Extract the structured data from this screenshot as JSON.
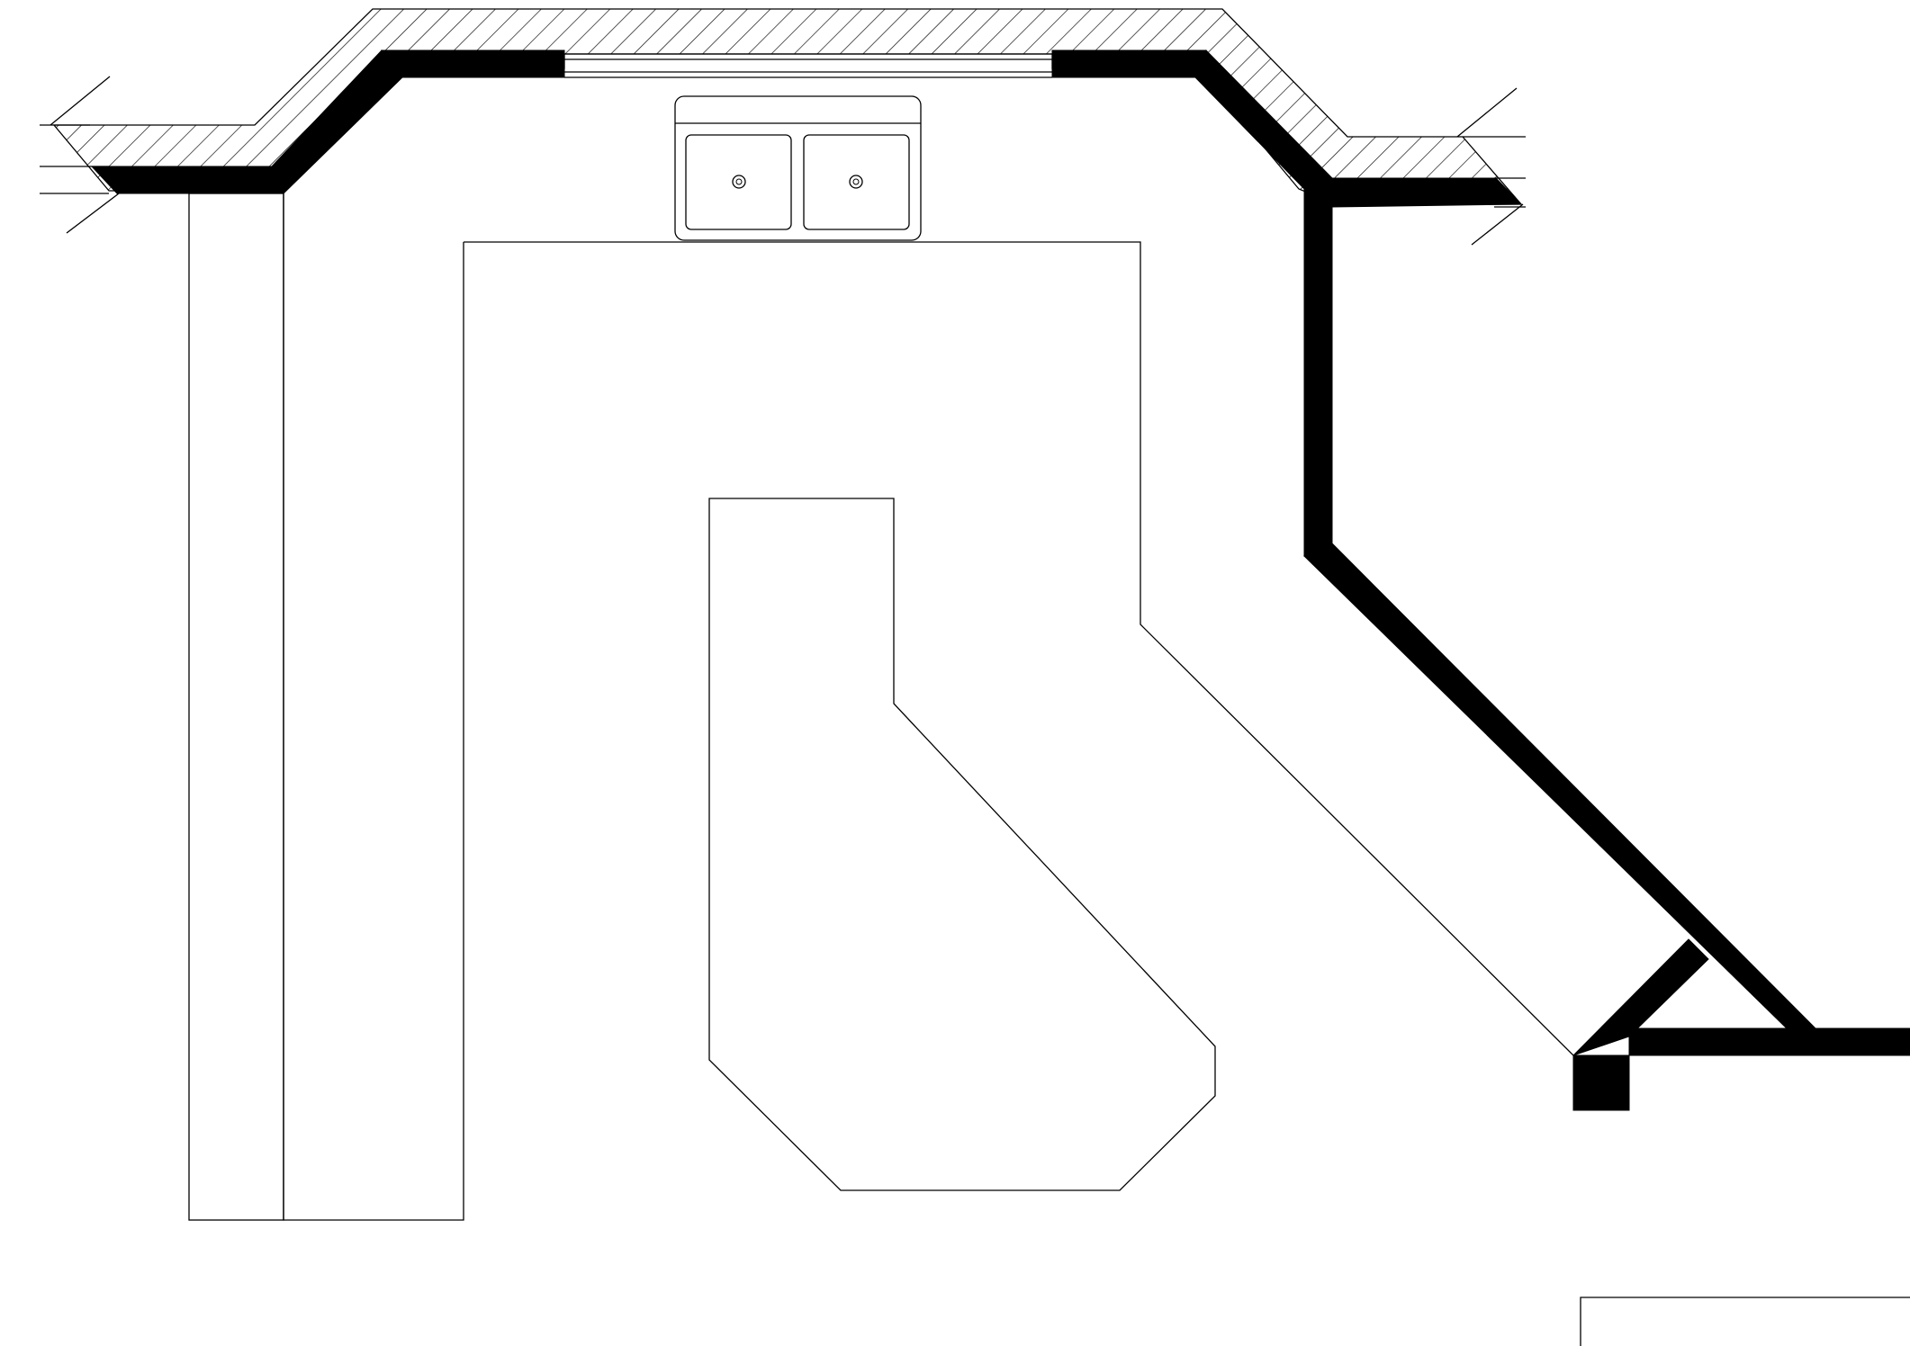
{
  "drawing": {
    "type": "kitchen floor plan (CAD line drawing)",
    "background_color": "#ffffff",
    "line_color": "#000000"
  },
  "elements": [
    "exterior-wall-hatching",
    "wall-segments",
    "window",
    "double-sink",
    "left-counter",
    "main-counter",
    "kitchen-island",
    "cabinet-outline-bottom-right"
  ]
}
